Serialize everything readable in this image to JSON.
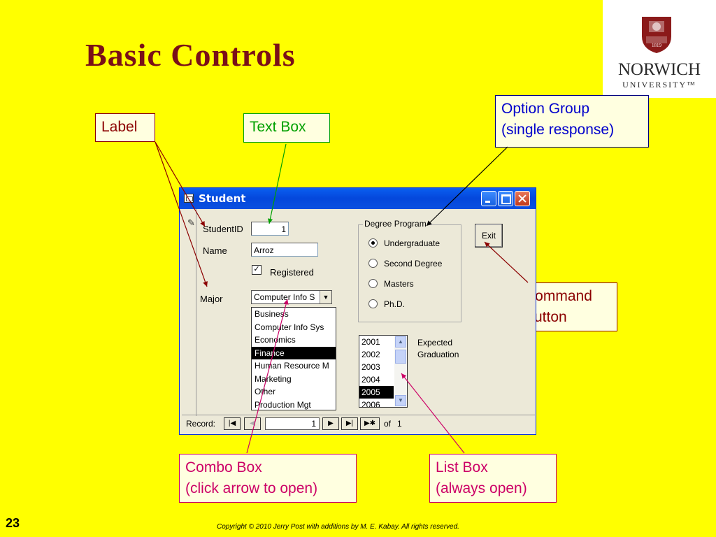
{
  "slide": {
    "title": "Basic Controls",
    "page_number": "23",
    "copyright": "Copyright © 2010 Jerry Post with additions by M. E. Kabay.  All rights reserved."
  },
  "logo": {
    "line1": "NORWICH",
    "line2": "UNIVERSITY™",
    "seal_year": "1819"
  },
  "callouts": {
    "label": "Label",
    "text_box": "Text Box",
    "option_group": [
      "Option Group",
      "(single response)"
    ],
    "command_button": [
      "Command",
      "Button"
    ],
    "combo_box": [
      "Combo Box",
      "(click arrow to open)"
    ],
    "list_box": [
      "List Box",
      "(always open)"
    ]
  },
  "window": {
    "title": "Student",
    "fields": {
      "student_id_label": "StudentID",
      "student_id_value": "1",
      "name_label": "Name",
      "name_value": "Arroz",
      "registered_label": "Registered",
      "registered_checked": "✓",
      "major_label": "Major",
      "major_value": "Computer Info S"
    },
    "degree_program": {
      "title": "Degree Program",
      "options": [
        "Undergraduate",
        "Second Degree",
        "Masters",
        "Ph.D."
      ],
      "selected": "Undergraduate"
    },
    "exit_button": "Exit",
    "major_options": [
      "Business",
      "Computer Info Sys",
      "Economics",
      "Finance",
      "Human Resource M",
      "Marketing",
      "Other",
      "Production Mgt"
    ],
    "major_highlighted": "Finance",
    "graduation_years": [
      "2001",
      "2002",
      "2003",
      "2004",
      "2005",
      "2006"
    ],
    "graduation_selected": "2005",
    "expected_graduation_label": [
      "Expected",
      "Graduation"
    ],
    "record_nav": {
      "label": "Record:",
      "current": "1",
      "of_label": "of",
      "total": "1",
      "first": "|◀",
      "prev": "◀",
      "next": "▶",
      "last": "▶|",
      "new": "▶✱"
    }
  },
  "colors": {
    "background": "#FFFF00",
    "title": "#7A1018",
    "label_callout": "#8B0000",
    "textbox_callout": "#00A000",
    "option_callout": "#0000CC",
    "combo_list_callout": "#CC0066"
  }
}
